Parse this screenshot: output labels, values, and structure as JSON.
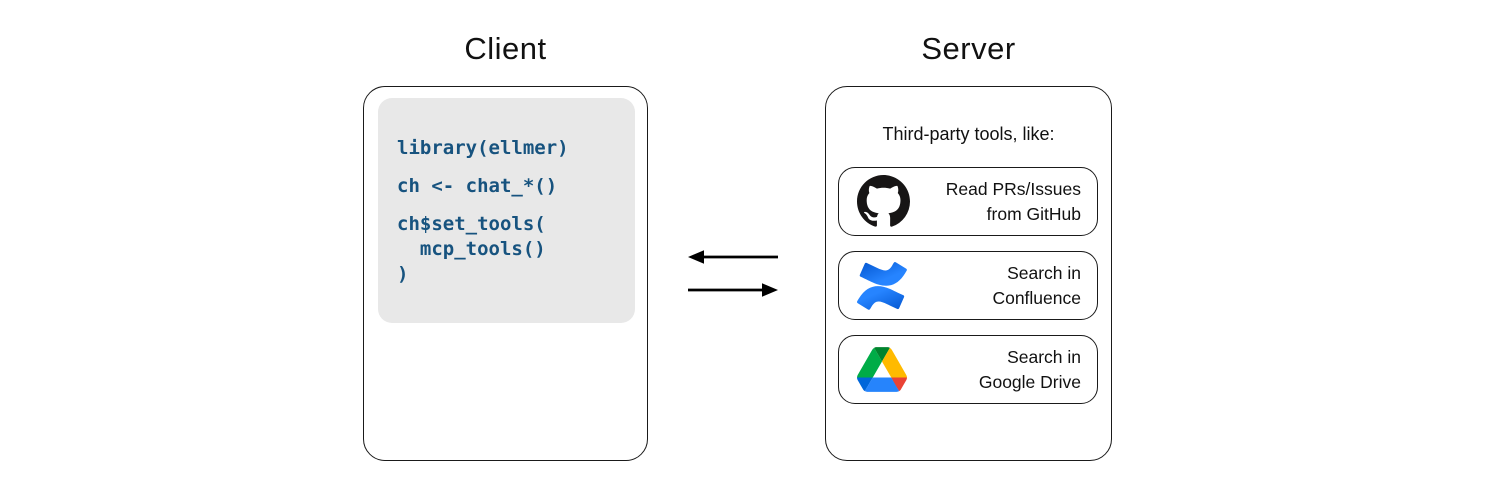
{
  "diagram": {
    "client": {
      "title": "Client",
      "code": {
        "stmt1": "library(ellmer)",
        "stmt2": "ch <- chat_*()",
        "stmt3": "ch$set_tools(\n  mcp_tools()\n)"
      }
    },
    "server": {
      "title": "Server",
      "subtitle": "Third-party tools, like:",
      "tools": [
        {
          "icon": "github-icon",
          "label": "Read PRs/Issues\nfrom GitHub"
        },
        {
          "icon": "confluence-icon",
          "label": "Search in\nConfluence"
        },
        {
          "icon": "google-drive-icon",
          "label": "Search in\nGoogle Drive"
        }
      ]
    },
    "connection": {
      "arrow_left_direction": "server-to-client",
      "arrow_right_direction": "client-to-server"
    },
    "colors": {
      "code_text": "#17537F",
      "code_background": "#E8E8E8",
      "box_border": "#1A1A1A",
      "github_black": "#171515",
      "confluence_blue_dark": "#0052CC",
      "confluence_blue_light": "#2684FF",
      "drive_blue": "#0066DA",
      "drive_green": "#00AC47",
      "drive_red": "#EA4335",
      "drive_dark_green": "#00832D",
      "drive_bottom_blue": "#2684FC",
      "drive_yellow": "#FFBA00"
    }
  }
}
